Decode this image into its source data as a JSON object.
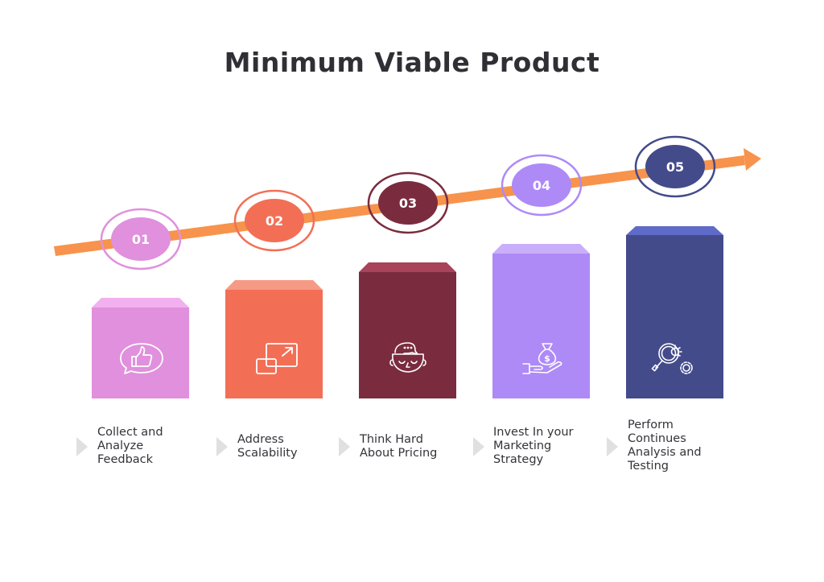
{
  "title": "Minimum Viable Product",
  "arrow": {
    "color": "#f7934c",
    "direction": "upward-right"
  },
  "steps": [
    {
      "number": "01",
      "label": "Collect and\nAnalyze\nFeedback",
      "icon": "thumbs-up-speech-bubble-icon",
      "color": "#e090dc",
      "cap_color": "#f2b0ef"
    },
    {
      "number": "02",
      "label": "Address\nScalability",
      "icon": "resize-expand-icon",
      "color": "#f26f56",
      "cap_color": "#f79a85"
    },
    {
      "number": "03",
      "label": "Think Hard\nAbout Pricing",
      "icon": "thinking-head-icon",
      "color": "#7a2c3e",
      "cap_color": "#a8435a"
    },
    {
      "number": "04",
      "label": "Invest In your\nMarketing\nStrategy",
      "icon": "money-bag-hand-icon",
      "color": "#ae8af7",
      "cap_color": "#c9affa"
    },
    {
      "number": "05",
      "label": "Perform\nContinues\nAnalysis and\nTesting",
      "icon": "magnifier-gears-icon",
      "color": "#434b8b",
      "cap_color": "#5f6bc8"
    }
  ],
  "pointer_color": "#e0e0e0"
}
